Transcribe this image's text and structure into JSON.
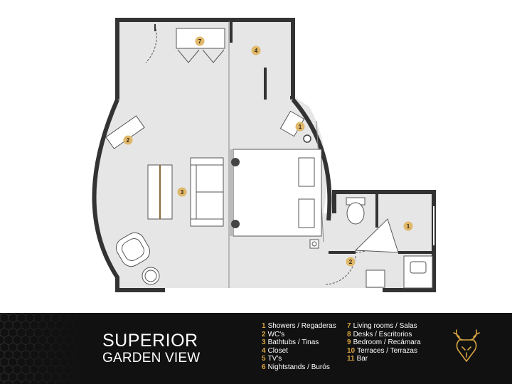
{
  "title": {
    "line1": "SUPERIOR",
    "line2": "GARDEN VIEW"
  },
  "legend": [
    {
      "num": "1",
      "label": "Showers / Regaderas"
    },
    {
      "num": "2",
      "label": "WC's"
    },
    {
      "num": "3",
      "label": "Bathtubs / Tinas"
    },
    {
      "num": "4",
      "label": "Closet"
    },
    {
      "num": "5",
      "label": "TV's"
    },
    {
      "num": "6",
      "label": "Nightstands / Burós"
    },
    {
      "num": "7",
      "label": "Living rooms / Salas"
    },
    {
      "num": "8",
      "label": "Desks / Escritorios"
    },
    {
      "num": "9",
      "label": "Bedroom / Recámara"
    },
    {
      "num": "10",
      "label": "Terraces / Terrazas"
    },
    {
      "num": "11",
      "label": "Bar"
    }
  ],
  "markers": [
    "7",
    "4",
    "1",
    "2",
    "3",
    "1",
    "2"
  ],
  "colors": {
    "floor": "#e6e6e6",
    "wall": "#333333",
    "marker": "#e0b86a",
    "accent": "#d9a441",
    "footer": "#111111"
  }
}
